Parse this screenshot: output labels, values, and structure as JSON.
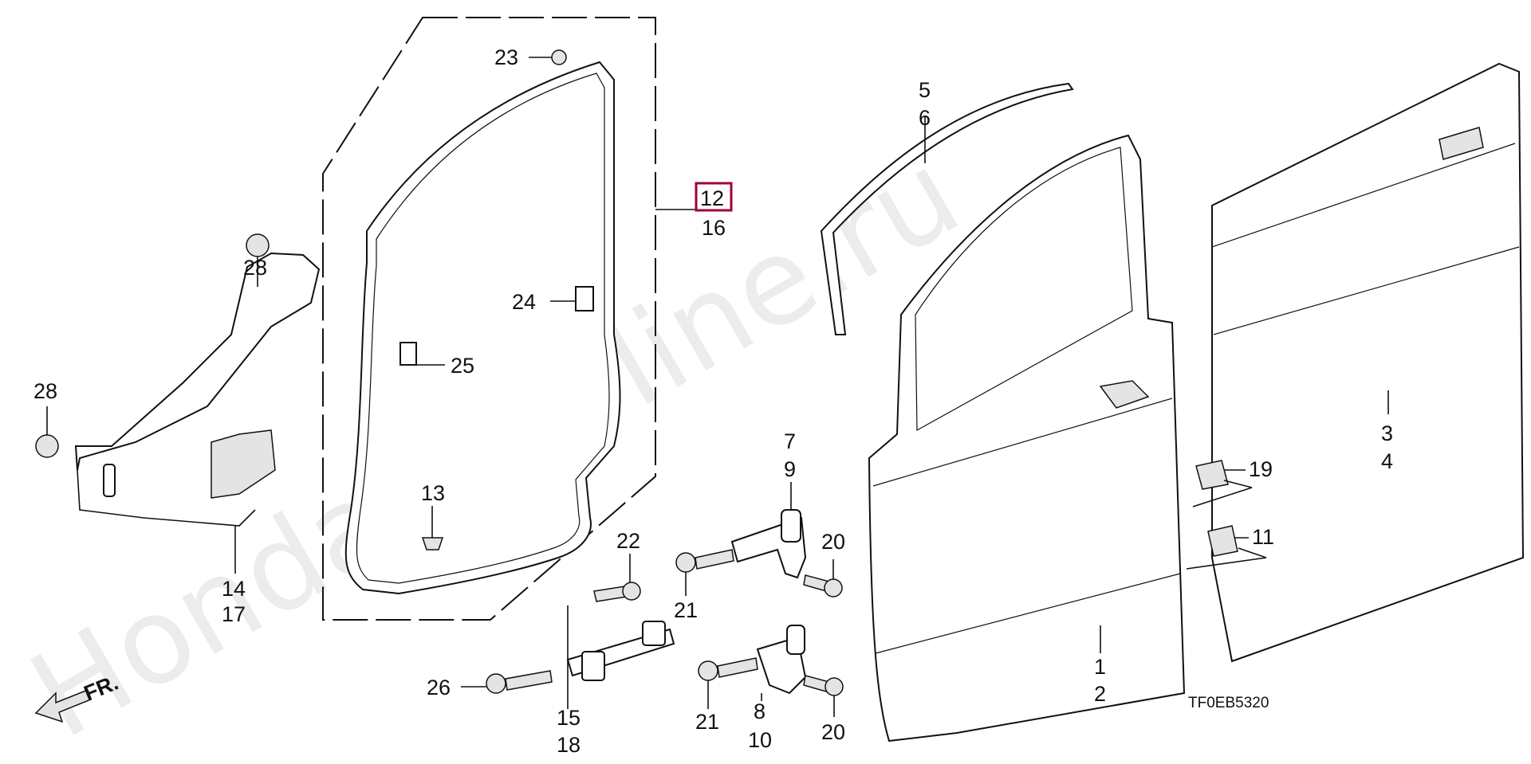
{
  "watermark": "HondaCarMine.ru",
  "diagram_code": "TF0EB5320",
  "direction_label": "FR.",
  "highlighted_part": "12",
  "callouts": [
    {
      "id": "c-12",
      "text": "12"
    },
    {
      "id": "c-16",
      "text": "16"
    },
    {
      "id": "c-23",
      "text": "23"
    },
    {
      "id": "c-24",
      "text": "24"
    },
    {
      "id": "c-25",
      "text": "25"
    },
    {
      "id": "c-13",
      "text": "13"
    },
    {
      "id": "c-28a",
      "text": "28"
    },
    {
      "id": "c-28b",
      "text": "28"
    },
    {
      "id": "c-14",
      "text": "14"
    },
    {
      "id": "c-17",
      "text": "17"
    },
    {
      "id": "c-22",
      "text": "22"
    },
    {
      "id": "c-26",
      "text": "26"
    },
    {
      "id": "c-15",
      "text": "15"
    },
    {
      "id": "c-18",
      "text": "18"
    },
    {
      "id": "c-7",
      "text": "7"
    },
    {
      "id": "c-9",
      "text": "9"
    },
    {
      "id": "c-20a",
      "text": "20"
    },
    {
      "id": "c-21a",
      "text": "21"
    },
    {
      "id": "c-21b",
      "text": "21"
    },
    {
      "id": "c-8",
      "text": "8"
    },
    {
      "id": "c-10",
      "text": "10"
    },
    {
      "id": "c-20b",
      "text": "20"
    },
    {
      "id": "c-5",
      "text": "5"
    },
    {
      "id": "c-6",
      "text": "6"
    },
    {
      "id": "c-1",
      "text": "1"
    },
    {
      "id": "c-2",
      "text": "2"
    },
    {
      "id": "c-19",
      "text": "19"
    },
    {
      "id": "c-11",
      "text": "11"
    },
    {
      "id": "c-3",
      "text": "3"
    },
    {
      "id": "c-4",
      "text": "4"
    }
  ]
}
